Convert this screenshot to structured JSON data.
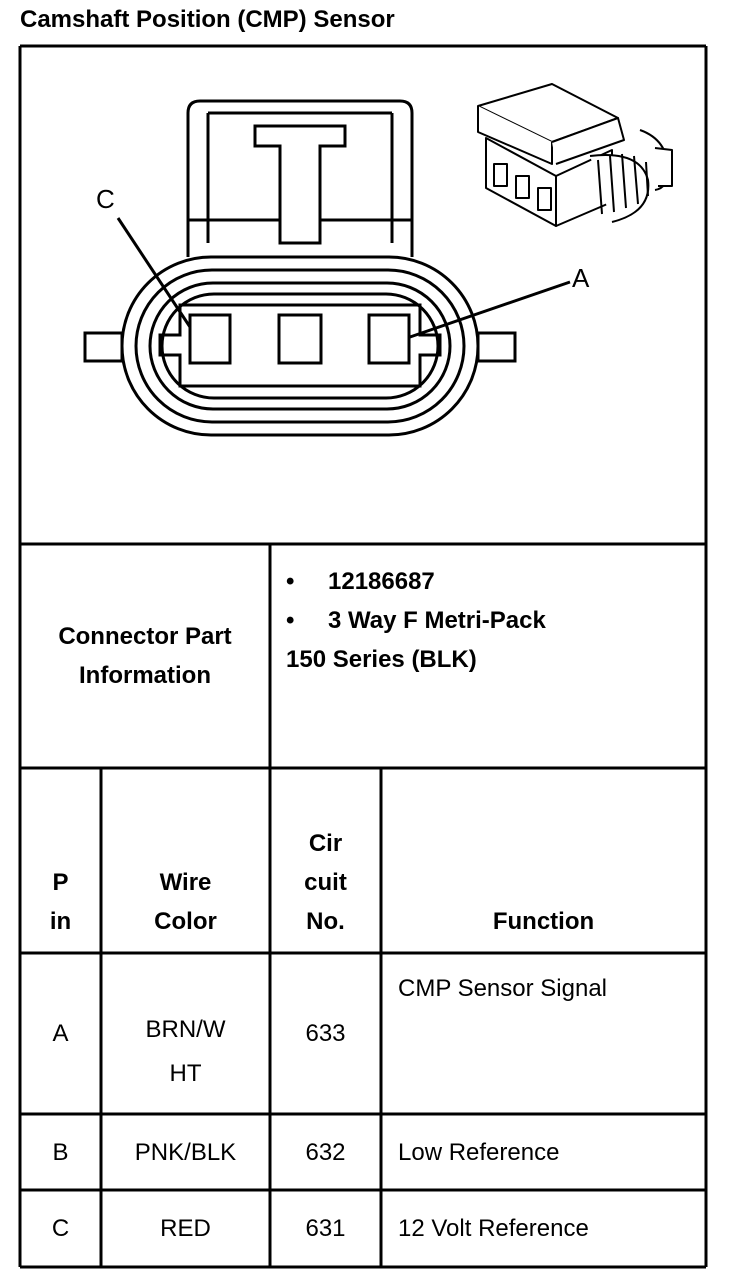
{
  "title": "Camshaft Position (CMP) Sensor",
  "diagram": {
    "label_c": "C",
    "label_a": "A"
  },
  "connector_info": {
    "label_line1": "Connector Part",
    "label_line2": "Information",
    "bullet_symbol": "•",
    "part_number": "12186687",
    "connector_type": "3 Way F Metri-Pack",
    "series": "150 Series (BLK)"
  },
  "headers": {
    "pin_line1": "P",
    "pin_line2": "in",
    "wire_line1": "Wire",
    "wire_line2": "Color",
    "circuit_line1": "Cir",
    "circuit_line2": "cuit",
    "circuit_line3": "No.",
    "function": "Function"
  },
  "rows": [
    {
      "pin": "A",
      "wire_line1": "BRN/W",
      "wire_line2": "HT",
      "circuit": "633",
      "function": "CMP Sensor Signal"
    },
    {
      "pin": "B",
      "wire": "PNK/BLK",
      "circuit": "632",
      "function": "Low Reference"
    },
    {
      "pin": "C",
      "wire": "RED",
      "circuit": "631",
      "function": "12 Volt Reference"
    }
  ]
}
